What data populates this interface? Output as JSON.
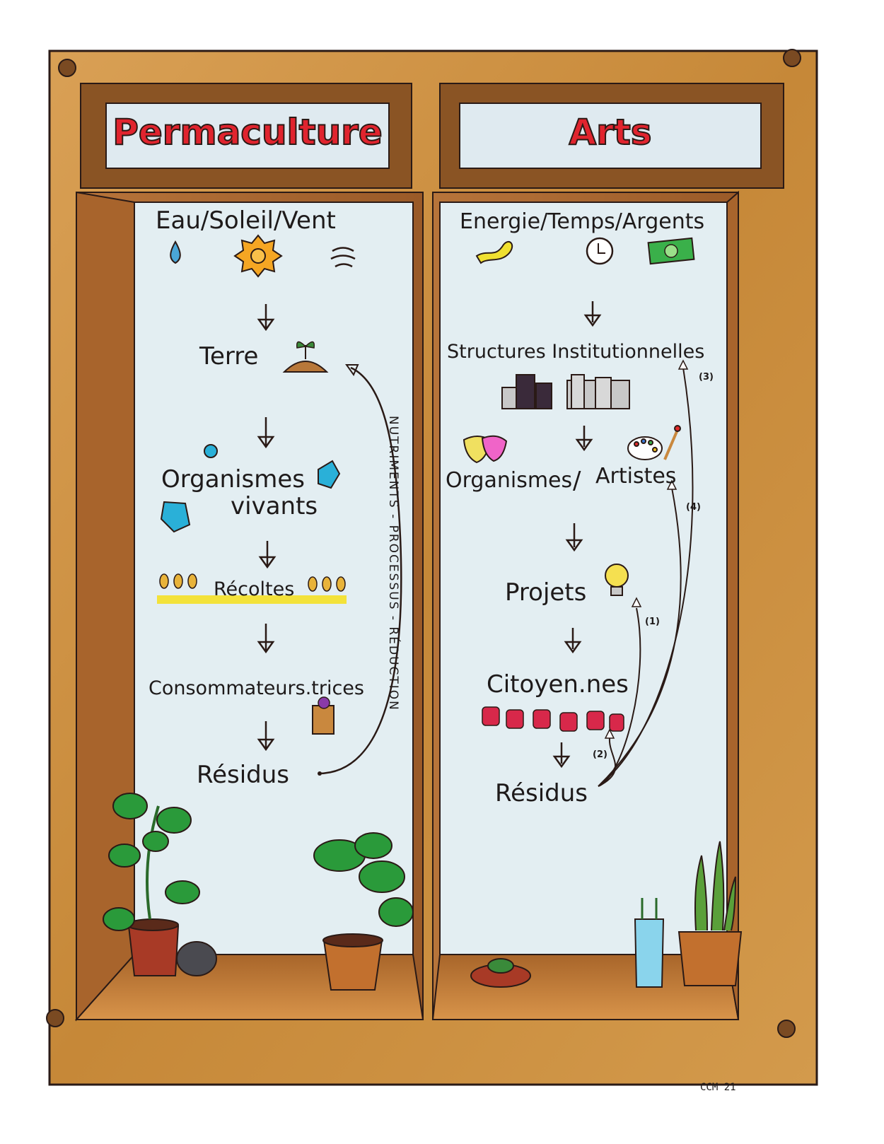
{
  "colors": {
    "frame": "#c98c3e",
    "frame_dark": "#8a5424",
    "pane": "#e3eef2",
    "title_red": "#e0242e",
    "ink": "#1e1a1a"
  },
  "left": {
    "title": "Permaculture",
    "inputs": "Eau/Soleil/Vent",
    "step1": "Terre",
    "step2a": "Organismes",
    "step2b": "vivants",
    "step3": "Récoltes",
    "step4": "Consommateurs.trices",
    "step5": "Résidus",
    "loop_label": "NUTRIMENTS - PROCESSUS - RÉDUCTION",
    "icons": [
      "water-drop-icon",
      "sun-icon",
      "wind-icon",
      "sprout-icon",
      "microbe-icon",
      "wheat-icon",
      "shopping-bag-icon"
    ]
  },
  "right": {
    "title": "Arts",
    "inputs": "Energie/Temps/Argents",
    "step1": "Structures Institutionnelles",
    "step2a": "Organismes",
    "step2b": "Artistes",
    "step3": "Projets",
    "step4": "Citoyen.nes",
    "step5": "Résidus",
    "arrow_labels": [
      "(1)",
      "(2)",
      "(3)",
      "(4)"
    ],
    "icons": [
      "energy-icon",
      "clock-icon",
      "money-icon",
      "buildings-icon",
      "theatre-masks-icon",
      "palette-icon",
      "lightbulb-icon",
      "seats-icon"
    ]
  },
  "signature": "CCM 21"
}
